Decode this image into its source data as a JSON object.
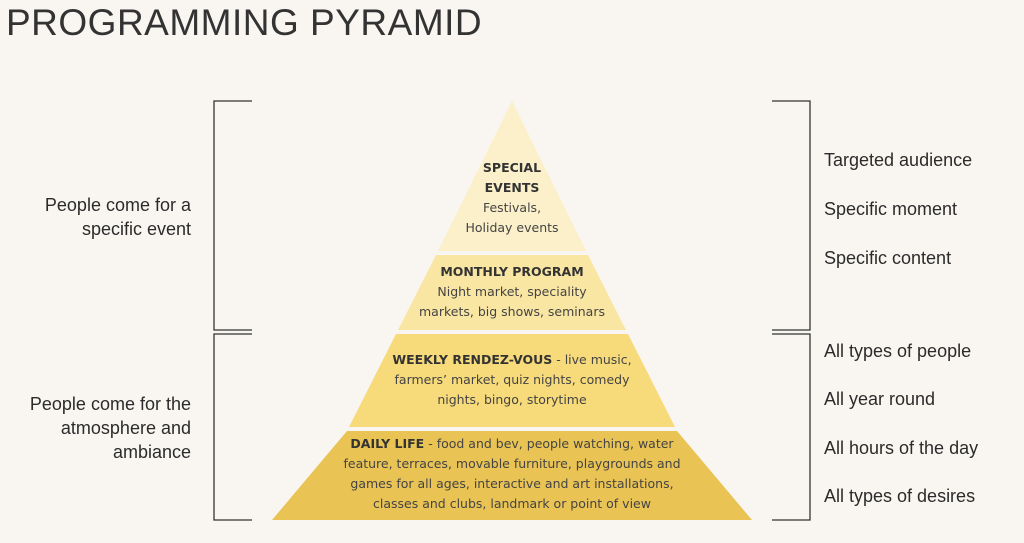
{
  "title": "PROGRAMMING PYRAMID",
  "left_labels": [
    {
      "lines": [
        "People come for a",
        "specific event"
      ]
    },
    {
      "lines": [
        "People come for the",
        "atmosphere and",
        "ambiance"
      ]
    }
  ],
  "right_labels": [
    "Targeted audience",
    "Specific moment",
    "Specific content",
    "All types of people",
    "All year round",
    "All hours of the day",
    "All types of desires"
  ],
  "pyramid": [
    {
      "heading": "SPECIAL EVENTS",
      "lines": [
        "Festivals,",
        "Holiday events"
      ],
      "color": "#fbf0c9"
    },
    {
      "heading": "MONTHLY PROGRAM",
      "lines": [
        "Night market, speciality",
        "markets, big shows, seminars"
      ],
      "color": "#f9e6a3"
    },
    {
      "heading": "WEEKLY RENDEZ-VOUS",
      "rest": " - live music,",
      "lines": [
        "farmers’ market, quiz nights, comedy",
        "nights, bingo, storytime"
      ],
      "color": "#f7da7a"
    },
    {
      "heading": "DAILY LIFE",
      "rest": " - food and bev, people watching, water",
      "lines": [
        "feature, terraces, movable furniture, playgrounds and",
        "games for all ages, interactive and art installations,",
        "classes and clubs, landmark or point of view"
      ],
      "color": "#e9c354"
    }
  ]
}
